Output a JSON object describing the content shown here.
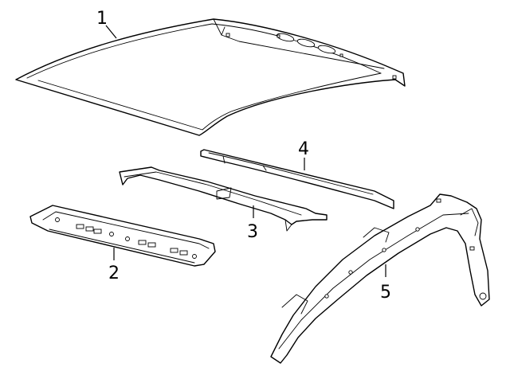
{
  "callouts": [
    {
      "id": "roof_panel",
      "label": "1"
    },
    {
      "id": "front_header",
      "label": "2"
    },
    {
      "id": "roof_bow",
      "label": "3"
    },
    {
      "id": "rear_header",
      "label": "4"
    },
    {
      "id": "side_rail",
      "label": "5"
    }
  ],
  "colors": {
    "line": "#000000",
    "fill": "#ffffff",
    "background": "#ffffff"
  }
}
